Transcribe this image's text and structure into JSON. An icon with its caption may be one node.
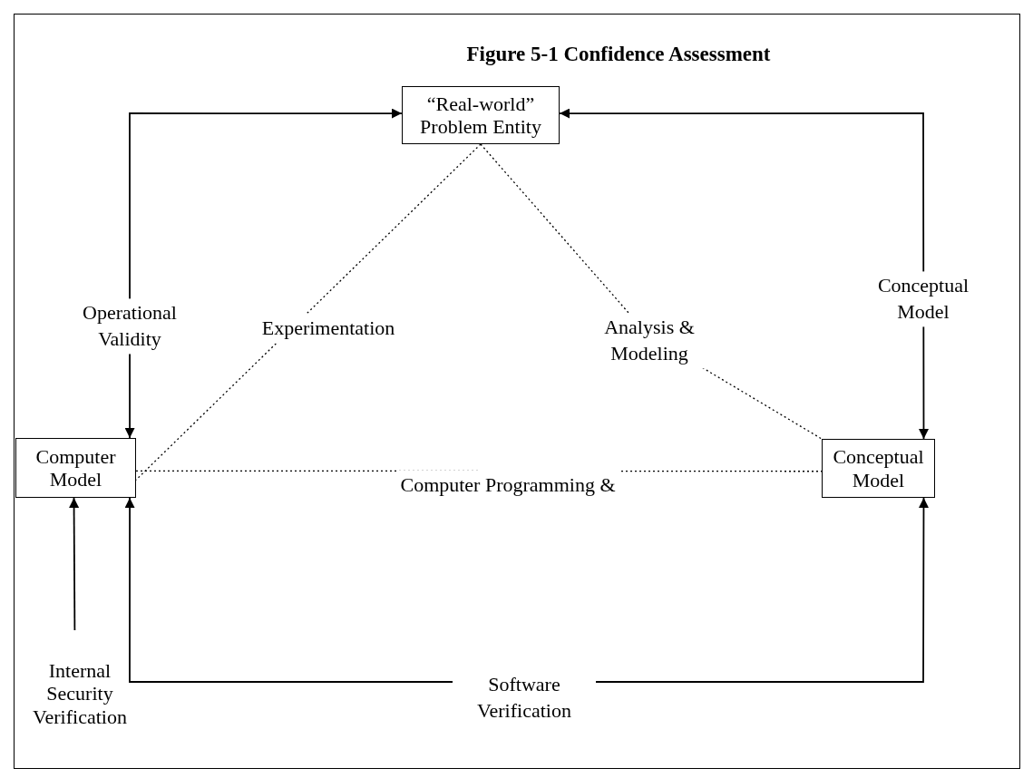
{
  "diagram": {
    "title": "Figure 5-1 Confidence Assessment",
    "nodes": [
      {
        "text": [
          "“Real-world” Problem Entity"
        ]
      },
      {
        "text": [
          "Computer Model"
        ]
      },
      {
        "text": [
          "Conceptual Model"
        ]
      },
      {
        "text": [
          "Internal Security Verification"
        ]
      }
    ],
    "edges": [
      {
        "from": 1,
        "to": 0,
        "arrow": "both",
        "label": "Operational Validity"
      },
      {
        "from": 2,
        "to": 0,
        "arrow": "both",
        "label": "Conceptual Model"
      },
      {
        "from": 0,
        "to": 1,
        "arrow": "none",
        "label": "Experimentation",
        "style": "dashed"
      },
      {
        "from": 0,
        "to": 2,
        "arrow": "none",
        "label": "Analysis & Modeling",
        "style": "dashed"
      },
      {
        "from": 1,
        "to": 2,
        "arrow": "none",
        "label": "Computer Programming &",
        "style": "dashed"
      },
      {
        "from": 1,
        "to": 2,
        "arrow": "both",
        "label": "Software Verification"
      },
      {
        "from": 3,
        "to": 1,
        "arrow": "to"
      }
    ]
  }
}
